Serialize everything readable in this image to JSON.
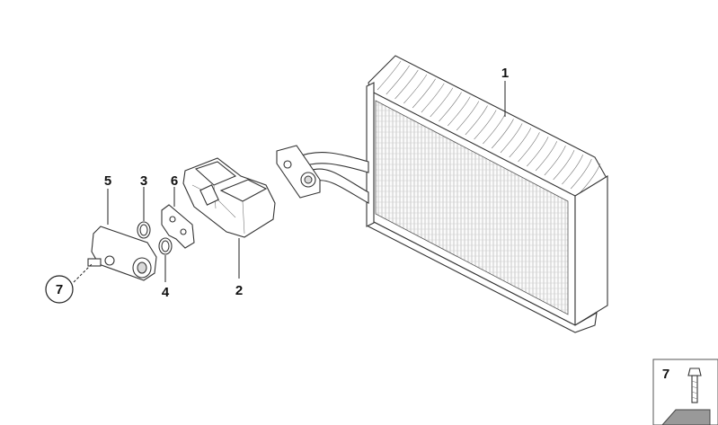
{
  "labels": {
    "p1": "1",
    "p2": "2",
    "p3": "3",
    "p4": "4",
    "p5": "5",
    "p6": "6",
    "p7": "7",
    "legend7": "7"
  }
}
